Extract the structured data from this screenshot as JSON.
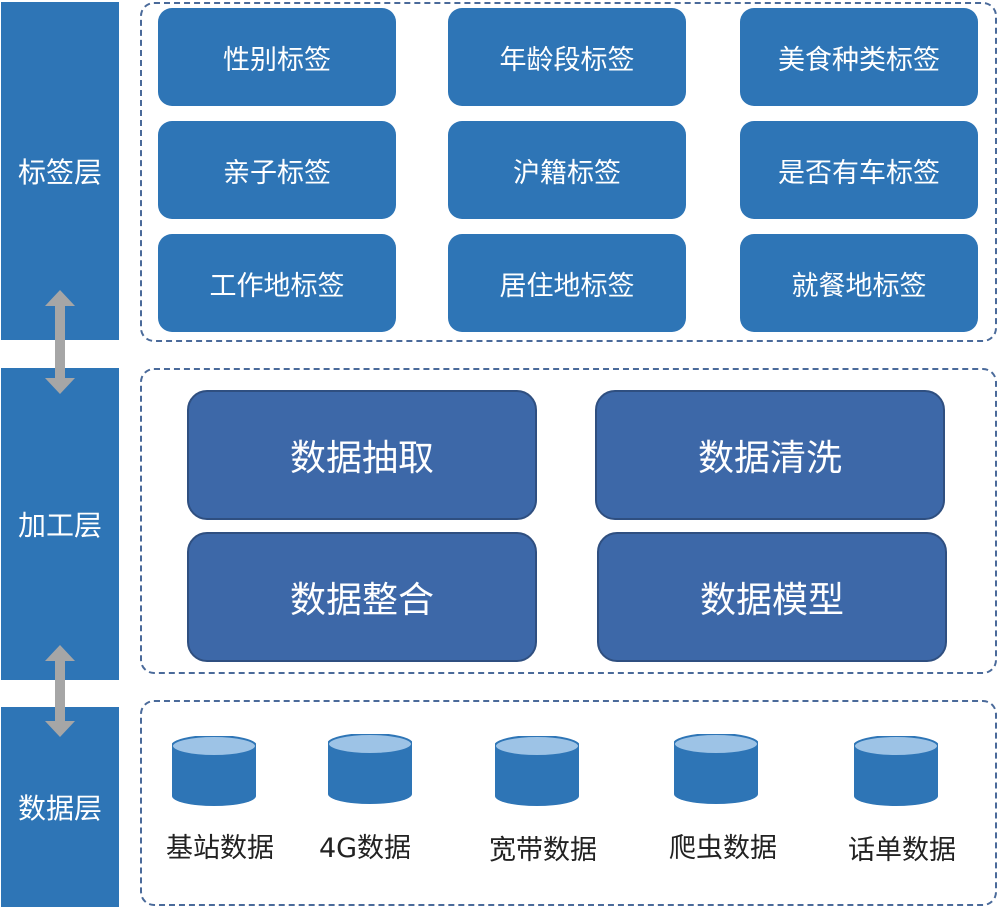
{
  "layers": {
    "tag_layer": "标签层",
    "process_layer": "加工层",
    "data_layer": "数据层"
  },
  "tags": [
    "性别标签",
    "年龄段标签",
    "美食种类标签",
    "亲子标签",
    "沪籍标签",
    "是否有车标签",
    "工作地标签",
    "居住地标签",
    "就餐地标签"
  ],
  "processes": [
    "数据抽取",
    "数据清洗",
    "数据整合",
    "数据模型"
  ],
  "sources": [
    "基站数据",
    "4G数据",
    "宽带数据",
    "爬虫数据",
    "话单数据"
  ],
  "colors": {
    "primary": "#2e75b6",
    "process": "#3d68a8",
    "arrow": "#a6a6a6",
    "border": "#4a6a9a"
  }
}
